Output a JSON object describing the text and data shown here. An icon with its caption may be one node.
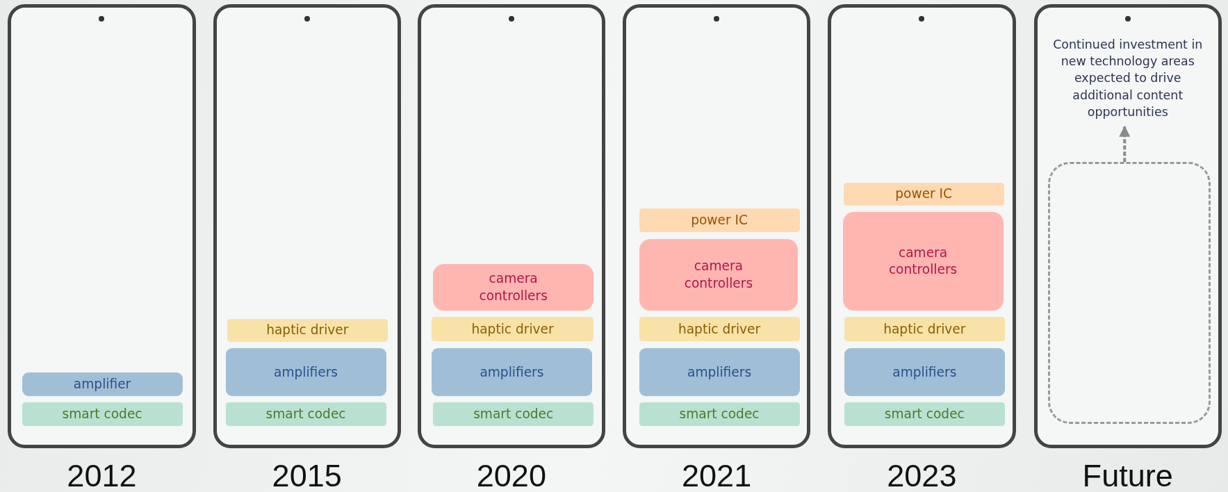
{
  "diagram": {
    "nodes": [
      {
        "text": [
          "2012"
        ]
      },
      {
        "text": [
          "amplifier"
        ],
        "in": 0
      },
      {
        "text": [
          "smart codec"
        ],
        "in": 0
      },
      {
        "text": [
          "2015"
        ]
      },
      {
        "text": [
          "haptic driver"
        ],
        "in": 3
      },
      {
        "text": [
          "amplifiers"
        ],
        "in": 3
      },
      {
        "text": [
          "smart codec"
        ],
        "in": 3
      },
      {
        "text": [
          "2020"
        ]
      },
      {
        "text": [
          "camera controllers"
        ],
        "in": 7
      },
      {
        "text": [
          "haptic driver"
        ],
        "in": 7
      },
      {
        "text": [
          "amplifiers"
        ],
        "in": 7
      },
      {
        "text": [
          "smart codec"
        ],
        "in": 7
      },
      {
        "text": [
          "2021"
        ]
      },
      {
        "text": [
          "power IC"
        ],
        "in": 12
      },
      {
        "text": [
          "camera controllers"
        ],
        "in": 12
      },
      {
        "text": [
          "haptic driver"
        ],
        "in": 12
      },
      {
        "text": [
          "amplifiers"
        ],
        "in": 12
      },
      {
        "text": [
          "smart codec"
        ],
        "in": 12
      },
      {
        "text": [
          "2023"
        ]
      },
      {
        "text": [
          "power IC"
        ],
        "in": 18
      },
      {
        "text": [
          "camera controllers"
        ],
        "in": 18
      },
      {
        "text": [
          "haptic driver"
        ],
        "in": 18
      },
      {
        "text": [
          "amplifiers"
        ],
        "in": 18
      },
      {
        "text": [
          "smart codec"
        ],
        "in": 18
      },
      {
        "text": [
          "Future"
        ]
      },
      {
        "text": [
          "Continued investment in new technology areas expected to drive additional content opportunities"
        ],
        "in": 24
      },
      {
        "text": [],
        "shape": "box",
        "in": 24
      }
    ],
    "edges": [
      {
        "from": 26,
        "to": 25,
        "arrow": "to",
        "style": "dashed"
      }
    ]
  }
}
